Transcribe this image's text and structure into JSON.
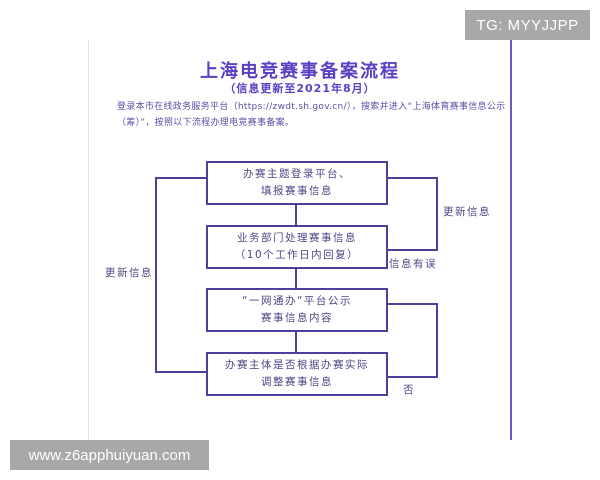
{
  "title": "上海电竞赛事备案流程",
  "subtitle": "（信息更新至2021年8月）",
  "intro": "登录本市在线政务服务平台（https://zwdt.sh.gov.cn/），搜索并进入“上海体育赛事信息公示（筹）”，按照以下流程办理电竞赛事备案。",
  "flow": {
    "steps": [
      {
        "line1": "办赛主题登录平台、",
        "line2": "填报赛事信息"
      },
      {
        "line1": "业务部门处理赛事信息",
        "line2": "（10个工作日内回复）"
      },
      {
        "line1": "“一网通办“平台公示",
        "line2": "赛事信息内容"
      },
      {
        "line1": "办赛主体是否根据办赛实际",
        "line2": "调整赛事信息"
      }
    ],
    "labels": {
      "right_loop_top": "更新信息",
      "error_label": "信息有误",
      "left_loop": "更新信息",
      "no_label": "否"
    }
  },
  "watermarks": {
    "top_right": "TG: MYYJJPP",
    "bottom_left": "www.z6apphuiyuan.com"
  },
  "colors": {
    "title": "#5b3fc4",
    "box_border": "#4e3f9e",
    "box_text": "#4b4785",
    "side_line": "#6a5acd",
    "watermark_bg": "#a8a8a8"
  }
}
